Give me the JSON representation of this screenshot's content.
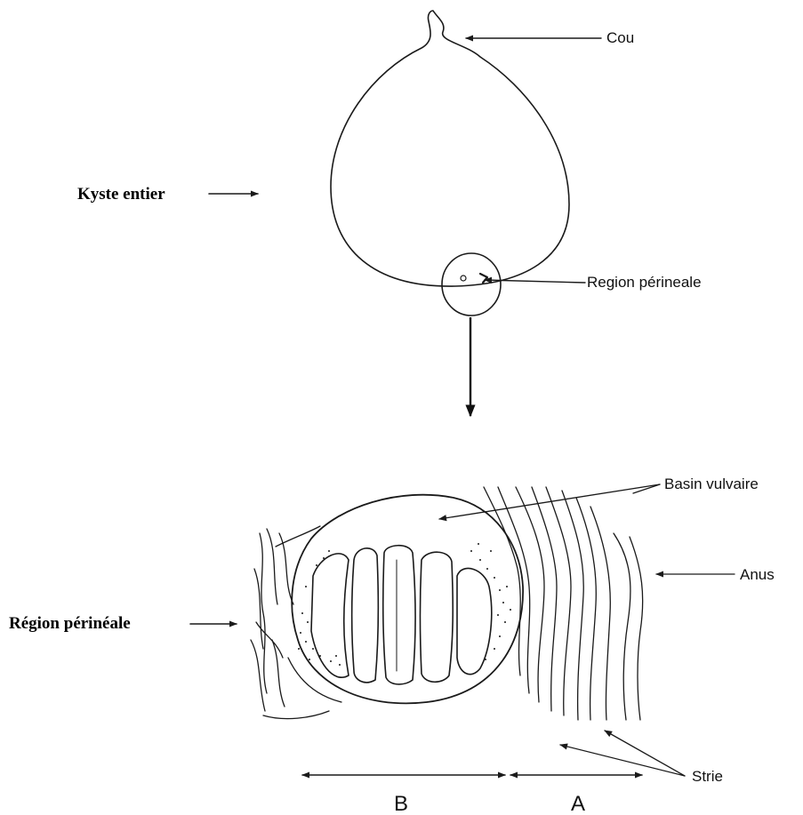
{
  "labels": {
    "cou": "Cou",
    "kyste_entier": "Kyste entier",
    "region_perineale_top": "Region périneale",
    "basin_vulvaire": "Basin vulvaire",
    "anus": "Anus",
    "region_perineale_side": "Région périnéale",
    "strie": "Strie",
    "dim_b": "B",
    "dim_a": "A"
  },
  "colors": {
    "ink": "#1a1a1a",
    "background": "#ffffff"
  }
}
